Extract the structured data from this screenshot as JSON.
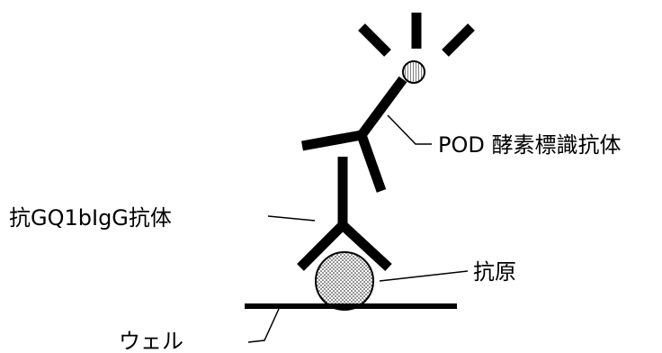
{
  "labels": {
    "pod_antibody": "POD 酵素標識抗体",
    "primary_antibody": "抗GQ1bIgG抗体",
    "antigen": "抗原",
    "well": "ウェル"
  },
  "colors": {
    "ink": "#000000",
    "background": "#ffffff"
  }
}
